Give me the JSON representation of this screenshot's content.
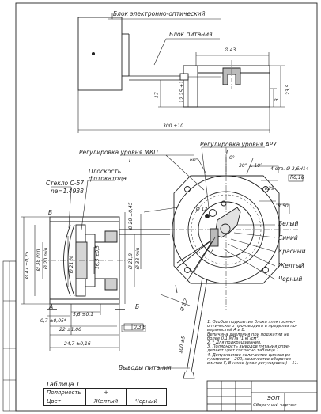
{
  "labels": {
    "eo_block": "Блок электронно-оптический",
    "power_block": "Блок питания",
    "mkp_adjust": "Регулировка уровня МКП",
    "aru_adjust": "Регулировка уровня АРУ",
    "glass": "Стекло С-57",
    "refr_index": "ne=1.4938",
    "photocathode_plane_1": "Плоскость",
    "photocathode_plane_2": "фотокатода",
    "power_leads": "Выводы питания",
    "view_g_left": "Г",
    "view_g_right": "Г",
    "view_v": "В",
    "section_a": "А",
    "section_b": "Б"
  },
  "wires": [
    "Белый",
    "Синий",
    "Красный",
    "Желтый",
    "Черный"
  ],
  "dimensions": {
    "d43": "Ø 43",
    "d23": "23,5",
    "d3": "3",
    "d17": "17",
    "d1225": "12,25 ±1",
    "total_len": "300 ±10",
    "ang60": "60°",
    "ang0": "0°",
    "ang30": "30° ± 10°",
    "holes4": "4 отв. Ø 3,6Н14",
    "tol_r": "R0,16",
    "r29": "R29",
    "r50": "R 50",
    "d12": "Ø 12",
    "d28": "Ø 28 ±0,45",
    "d218": "Ø 21,8",
    "d38p": "Ø 38 min",
    "d38": "Ø 38 min",
    "d20": "Ø 20 min",
    "d21": "Ø 21 %",
    "d47": "Ø 47 ±0,25",
    "d165": "16,5 ±0,5",
    "d22": "Ø 2,2",
    "d56": "5,6 ±0,1",
    "d07": "0,7 ±0,05*",
    "d22b": "22 ±1,00",
    "d247": "24,7 ±0,16",
    "tol_03": "0,3  В",
    "len_wires": "100 ±5"
  },
  "notes": [
    "1. Особое подкрытие блока электронно-",
    "оптического производить в пределах по-",
    "верхностей А и Б.",
    "  Величина давления при поджатии не",
    "более 0,1 МПа (1 кГ/см²)",
    "  2. * Для подкрашивания.",
    "  3. Полярность выводов питания опре-",
    "деляют цвет согласно таблице 1.",
    "  4. Допускаемое количество циклов ре-",
    "гулировки – 200, количество оборотов",
    "винтов Г, В ниже (угол регулировки) – 11."
  ],
  "table1": {
    "title": "Таблица 1",
    "rows": [
      {
        "name": "Полярность",
        "a": "+",
        "b": "–"
      },
      {
        "name": "Цвет",
        "a": "Желтый",
        "b": "Черный"
      }
    ]
  },
  "stamp": {
    "code": "ЭОП",
    "title": "Сборочный чертеж"
  }
}
